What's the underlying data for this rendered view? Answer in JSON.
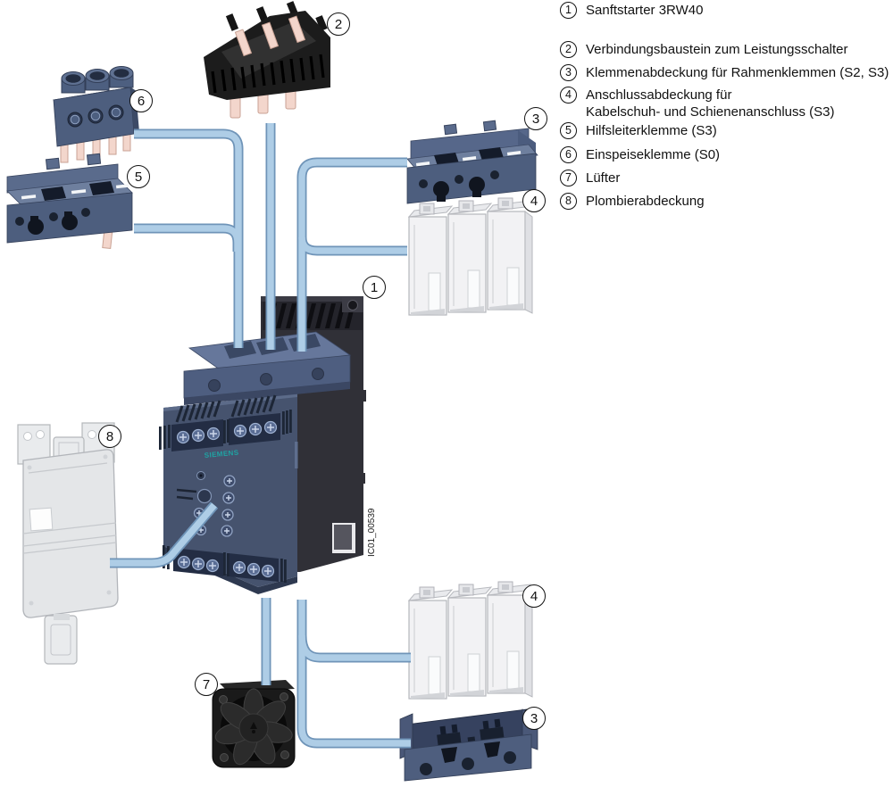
{
  "legend": {
    "items": [
      {
        "num": "1",
        "label": "Sanftstarter 3RW40"
      },
      {
        "num": "2",
        "label": "Verbindungsbaustein zum Leistungsschalter"
      },
      {
        "num": "3",
        "label": "Klemmenabdeckung für Rahmenklemmen (S2, S3)"
      },
      {
        "num": "4",
        "label": "Anschlussabdeckung für",
        "label2": "Kabelschuh- und Schienenanschluss (S3)"
      },
      {
        "num": "5",
        "label": "Hilfsleiterklemme (S3)"
      },
      {
        "num": "6",
        "label": "Einspeiseklemme (S0)"
      },
      {
        "num": "7",
        "label": "Lüfter"
      },
      {
        "num": "8",
        "label": "Plombierabdeckung"
      }
    ]
  },
  "callouts": {
    "starter": "1",
    "connector_block": "2",
    "clamp_cover_top": "3",
    "lug_cover_top": "4",
    "aux_terminal": "5",
    "feed_terminal": "6",
    "fan": "7",
    "sealing_cover": "8",
    "lug_cover_bottom": "4",
    "clamp_cover_bottom": "3"
  },
  "device": {
    "brand": "SIEMENS",
    "figure_code": "IC01_00539"
  },
  "colors": {
    "device_body": "#46536e",
    "device_rear": "#303037",
    "accessory_blue": "#4d5e7e",
    "tube_fill": "#aecde6",
    "tube_edge": "#6f94b8",
    "pin_pink": "#f3d6cc",
    "brand_teal": "#1fa3a3",
    "clear_part": "#e9ebed",
    "black_part": "#1a1a1a"
  }
}
